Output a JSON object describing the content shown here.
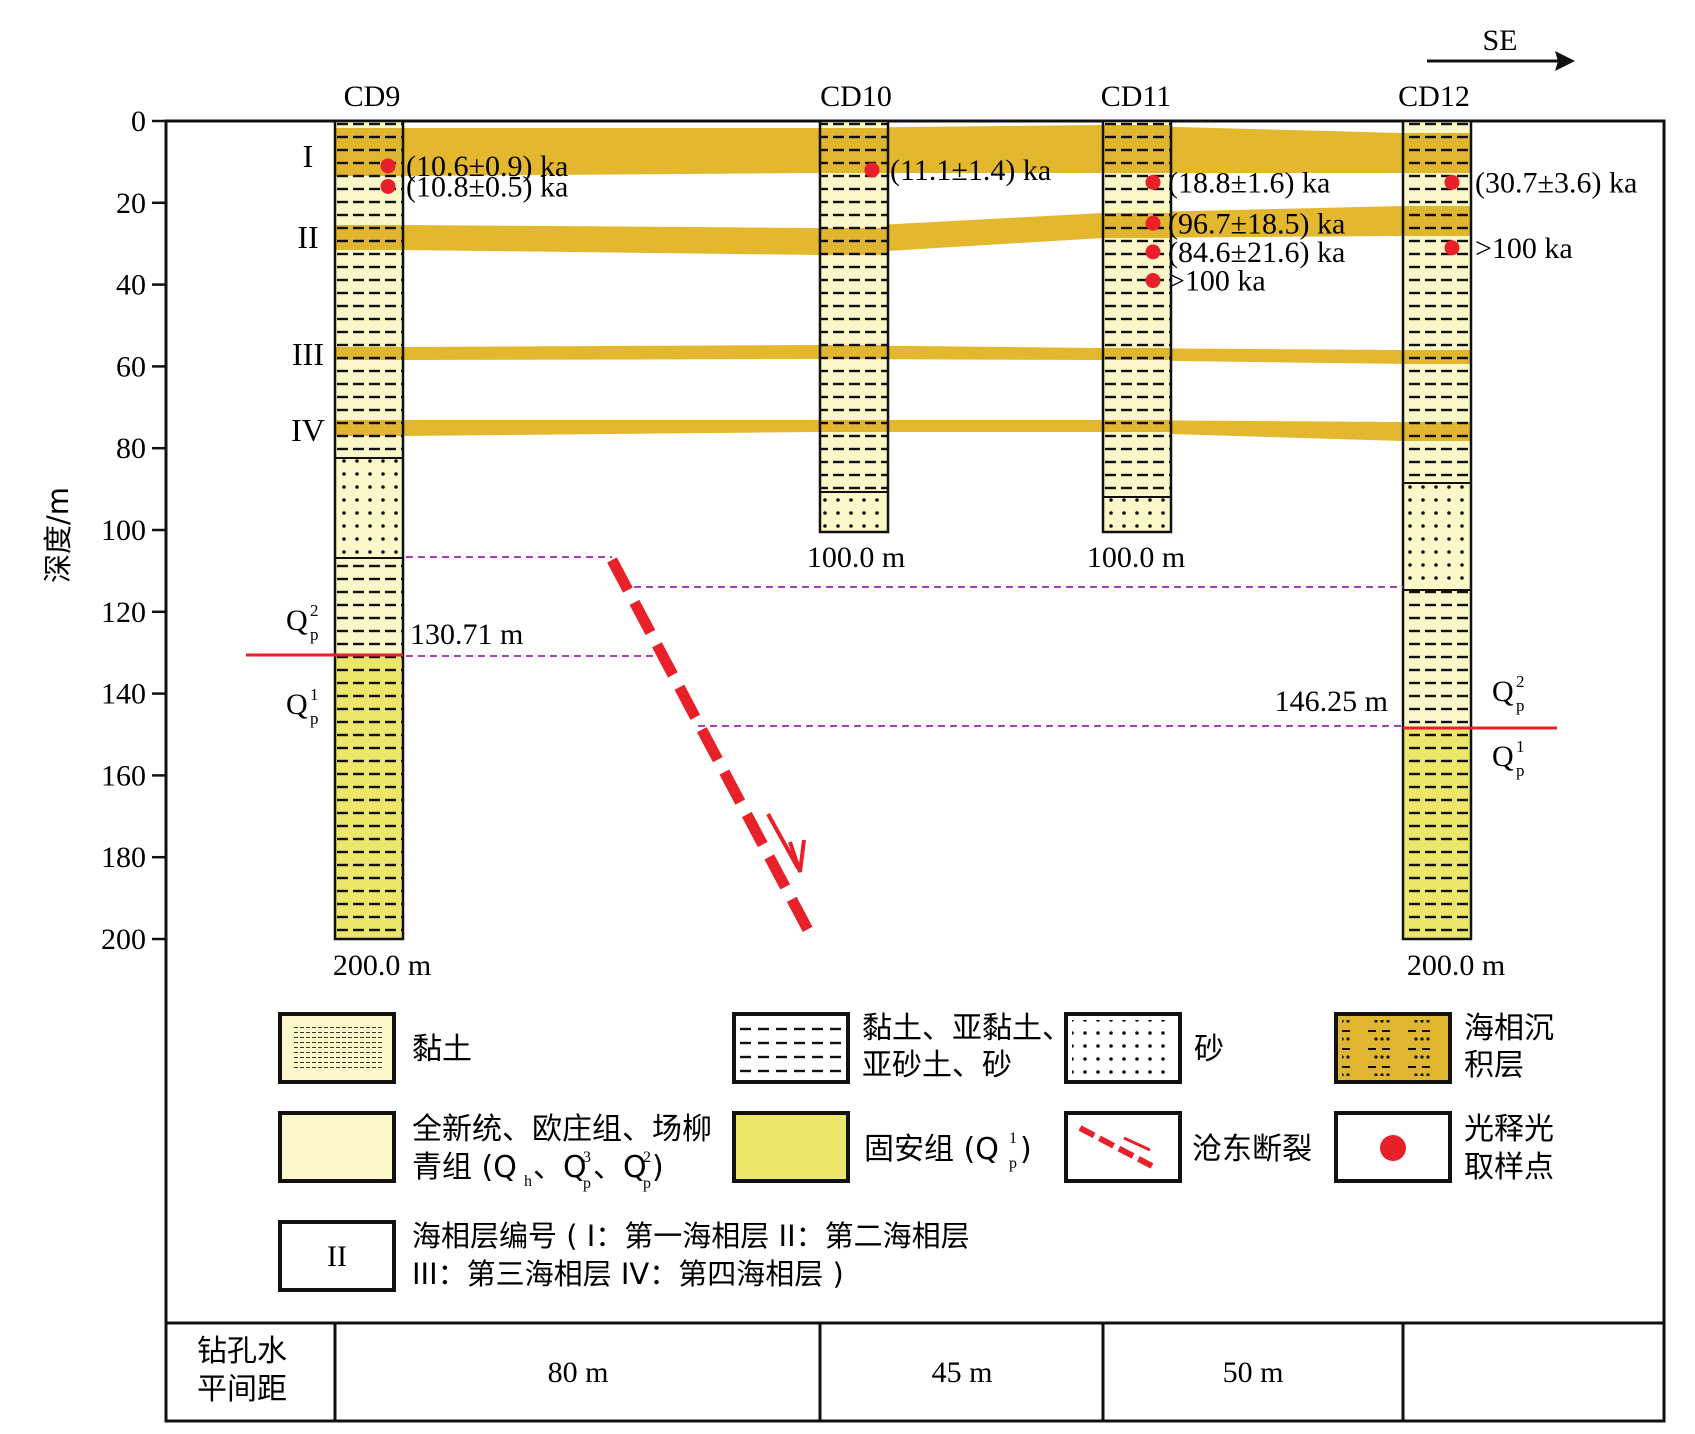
{
  "direction": {
    "label": "SE"
  },
  "axis": {
    "label": "深度/m",
    "ticks": [
      0,
      20,
      40,
      60,
      80,
      100,
      120,
      140,
      160,
      180,
      200
    ]
  },
  "boreholes": [
    {
      "name": "CD9",
      "total_depth": 200,
      "depth_label": "200.0 m",
      "boundary_depth": 130.71,
      "boundary_label": "130.71 m"
    },
    {
      "name": "CD10",
      "total_depth": 100,
      "depth_label": "100.0 m"
    },
    {
      "name": "CD11",
      "total_depth": 100,
      "depth_label": "100.0 m"
    },
    {
      "name": "CD12",
      "total_depth": 200,
      "depth_label": "200.0 m",
      "boundary_depth": 146.25,
      "boundary_label": "146.25 m"
    }
  ],
  "marine_layers": [
    {
      "id": "I",
      "label": "I"
    },
    {
      "id": "II",
      "label": "II"
    },
    {
      "id": "III",
      "label": "III"
    },
    {
      "id": "IV",
      "label": "IV"
    }
  ],
  "stratum_labels": {
    "q2_base": "Q",
    "q2_sup": "2",
    "q2_sub": "p",
    "q1_base": "Q",
    "q1_sup": "1",
    "q1_sub": "p"
  },
  "osl_samples": [
    {
      "borehole": "CD9",
      "depth": 11,
      "age": "(10.6±0.9) ka"
    },
    {
      "borehole": "CD9",
      "depth": 16,
      "age": "(10.8±0.5) ka"
    },
    {
      "borehole": "CD10",
      "depth": 12,
      "age": "(11.1±1.4) ka"
    },
    {
      "borehole": "CD11",
      "depth": 15,
      "age": "(18.8±1.6) ka"
    },
    {
      "borehole": "CD11",
      "depth": 25,
      "age": "(96.7±18.5) ka"
    },
    {
      "borehole": "CD11",
      "depth": 32,
      "age": "(84.6±21.6) ka"
    },
    {
      "borehole": "CD11",
      "depth": 39,
      "age": ">100 ka"
    },
    {
      "borehole": "CD12",
      "depth": 15,
      "age": "(30.7±3.6) ka"
    },
    {
      "borehole": "CD12",
      "depth": 31,
      "age": ">100 ka"
    }
  ],
  "legend": {
    "clay": "黏土",
    "mixed_1": "黏土、亚黏土、",
    "mixed_2": "亚砂土、砂",
    "sand": "砂",
    "marine_1": "海相沉",
    "marine_2": "积层",
    "holocene_1": "全新统、欧庄组、场柳",
    "holocene_2": "青组 (Q",
    "holocene_2_h": "h",
    "holocene_2_mid": "、Q",
    "holocene_2_sup3": "3",
    "holocene_2_p1": "p",
    "holocene_2_mid2": "、Q",
    "holocene_2_sup2": "2",
    "holocene_2_p2": "p",
    "holocene_2_end": ")",
    "guan_1": "固安组 (Q",
    "guan_sup": "1",
    "guan_sub": "p",
    "guan_end": ")",
    "fault": "沧东断裂",
    "osl_1": "光释光",
    "osl_2": "取样点",
    "marine_no_box": "II",
    "marine_no_1": "海相层编号 ( I：第一海相层   II：第二海相层",
    "marine_no_2": "III：第三海相层   IV：第四海相层 )"
  },
  "distance_table": {
    "header_1": "钻孔水",
    "header_2": "平间距",
    "values": [
      "80 m",
      "45 m",
      "50 m",
      ""
    ]
  },
  "colors": {
    "marine": "#e0b530",
    "marine_band": "#e3b72e",
    "holocene": "#fbf7c9",
    "guan_an": "#ece66a",
    "fault": "#e8202a",
    "osl_dot": "#e8202a",
    "correlation": "#b13cc4"
  }
}
